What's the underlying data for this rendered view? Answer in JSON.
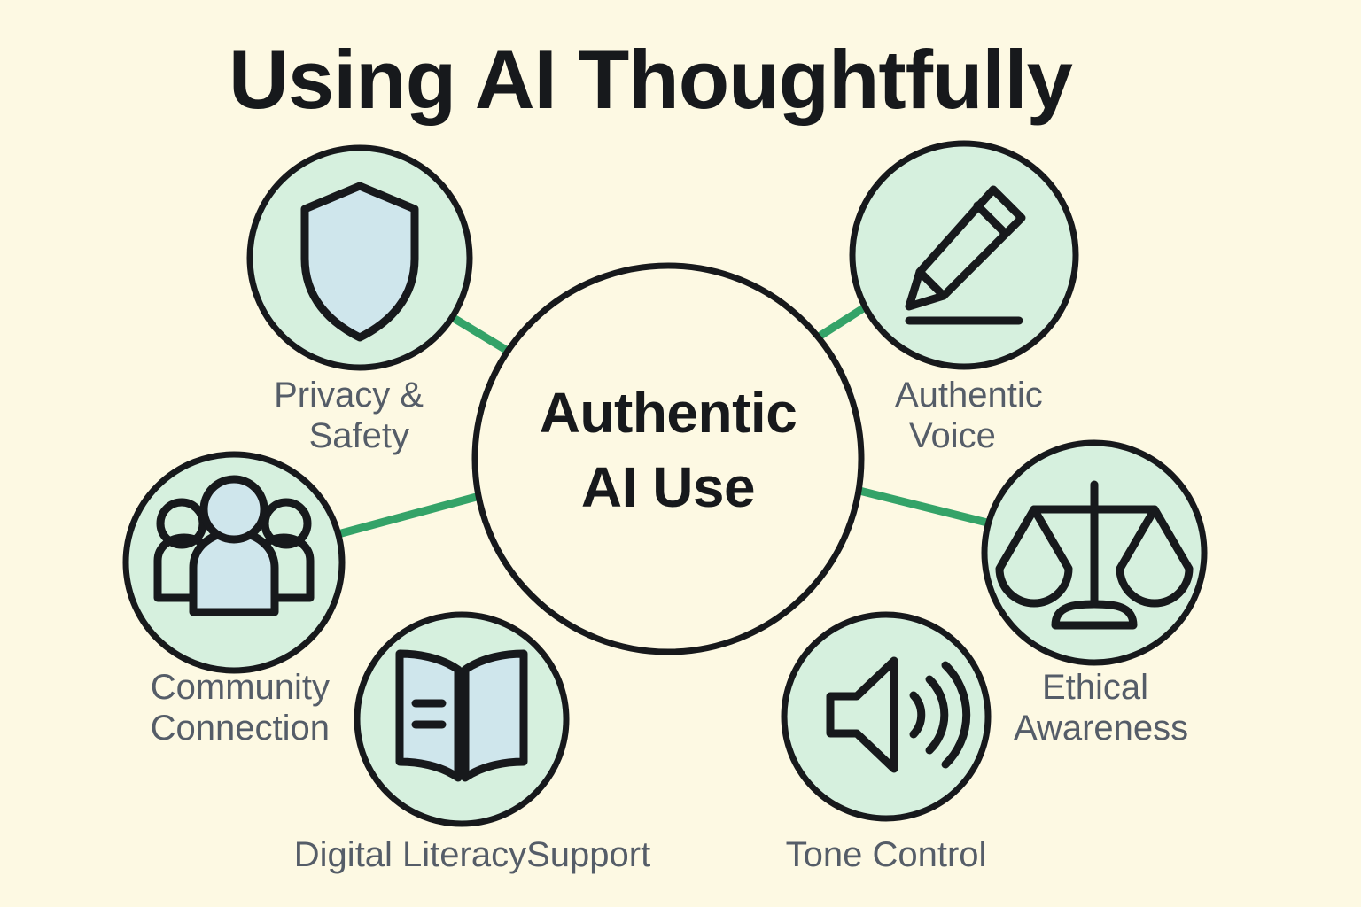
{
  "page": {
    "title": "Using AI Thoughtfully",
    "background_color": "#FDF9E3",
    "accent_color": "#34A368",
    "node_fill_color": "#D6F0DE",
    "outline_color": "#17191C",
    "label_color": "#555D68",
    "icon_accent_color": "#CFE6EC"
  },
  "hub": {
    "line1": "Authentic",
    "line2": "AI Use",
    "icon": "hub-circle"
  },
  "nodes": [
    {
      "id": "privacy-safety",
      "label_line1": "Privacy &",
      "label_line2": "Safety",
      "icon": "shield-icon",
      "align": "right"
    },
    {
      "id": "authentic-voice",
      "label_line1": "Authentic",
      "label_line2": "Voice",
      "icon": "pen-icon",
      "align": "left"
    },
    {
      "id": "ethical-awareness",
      "label_line1": "Ethical",
      "label_line2": "Awareness",
      "icon": "scales-icon",
      "align": "left"
    },
    {
      "id": "tone-control",
      "label_line1": "Tone Control",
      "label_line2": "",
      "icon": "speaker-icon",
      "align": "center"
    },
    {
      "id": "digital-literacy-support",
      "label_line1": "Digital LiteracySupport",
      "label_line2": "",
      "icon": "book-icon",
      "align": "center"
    },
    {
      "id": "community-connection",
      "label_line1": "Community",
      "label_line2": "Connection",
      "icon": "people-icon",
      "align": "right"
    }
  ]
}
